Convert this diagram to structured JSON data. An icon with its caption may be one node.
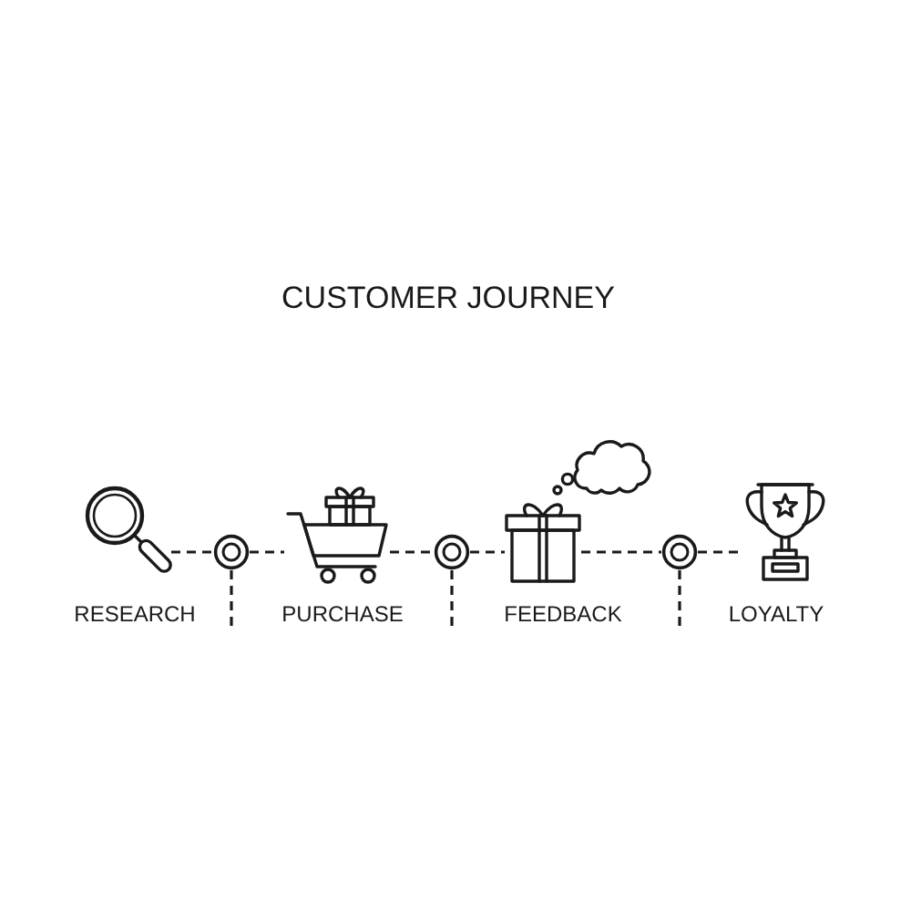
{
  "diagram": {
    "title": "CUSTOMER JOURNEY",
    "nodes": [
      {
        "text": [],
        "shape": "picture",
        "beside": [
          "RESEARCH"
        ]
      },
      {
        "text": [],
        "shape": "circle"
      },
      {
        "text": [],
        "shape": "picture",
        "beside": [
          "PURCHASE"
        ]
      },
      {
        "text": [],
        "shape": "circle"
      },
      {
        "text": [],
        "shape": "box",
        "beside": [
          "FEEDBACK"
        ]
      },
      {
        "text": [],
        "shape": "cloud"
      },
      {
        "text": [],
        "shape": "circle"
      },
      {
        "text": [],
        "shape": "picture",
        "beside": [
          "LOYALTY"
        ]
      }
    ],
    "edges": [
      {
        "from": 0,
        "to": 1,
        "arrow": "none",
        "style": "dashed"
      },
      {
        "from": 1,
        "to": 2,
        "arrow": "none",
        "style": "dashed"
      },
      {
        "from": 2,
        "to": 3,
        "arrow": "none",
        "style": "dashed"
      },
      {
        "from": 3,
        "to": 4,
        "arrow": "none",
        "style": "dashed"
      },
      {
        "from": 4,
        "to": 6,
        "arrow": "none",
        "style": "dashed"
      },
      {
        "from": 6,
        "to": 7,
        "arrow": "none",
        "style": "dashed"
      },
      {
        "from": 1,
        "to": null,
        "arrow": "none",
        "style": "dashed"
      },
      {
        "from": 3,
        "to": null,
        "arrow": "none",
        "style": "dashed"
      },
      {
        "from": 6,
        "to": null,
        "arrow": "none",
        "style": "dashed"
      }
    ]
  }
}
